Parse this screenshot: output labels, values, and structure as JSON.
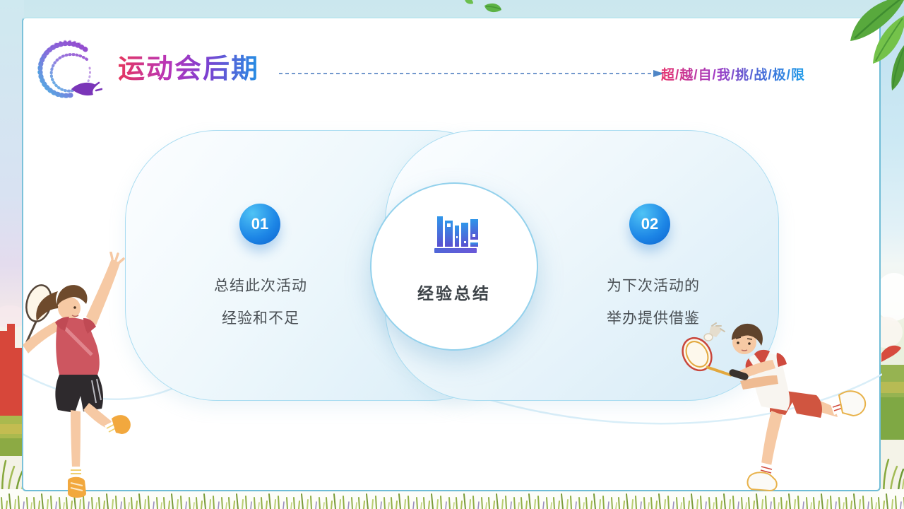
{
  "slide": {
    "header": {
      "title": "运动会后期",
      "slogan": "超/越/自/我/挑/战/极/限",
      "logo_icon": "particle-swirl-dragon-icon"
    },
    "diagram": {
      "center": {
        "icon": "bookshelf-icon",
        "label": "经验总结"
      },
      "items": [
        {
          "number": "01",
          "line1": "总结此次活动",
          "line2": "经验和不足"
        },
        {
          "number": "02",
          "line1": "为下次活动的",
          "line2": "举办提供借鉴"
        }
      ]
    },
    "decor": {
      "left_character": "girl-badminton-player",
      "right_character": "boy-badminton-player",
      "top_right": "green-leaves",
      "bottom": "grass-strip"
    },
    "colors": {
      "title_gradient_start": "#e5365e",
      "title_gradient_mid": "#7e3fd0",
      "title_gradient_end": "#2390e4",
      "badge_blue_light": "#4fc3f5",
      "badge_blue_dark": "#0b62cf",
      "icon_gradient_top": "#2f96ea",
      "icon_gradient_bottom": "#5b50d0",
      "card_border": "#6fbcd6",
      "pill_border": "#a9dcf1",
      "text_dark": "#4a5055"
    }
  }
}
